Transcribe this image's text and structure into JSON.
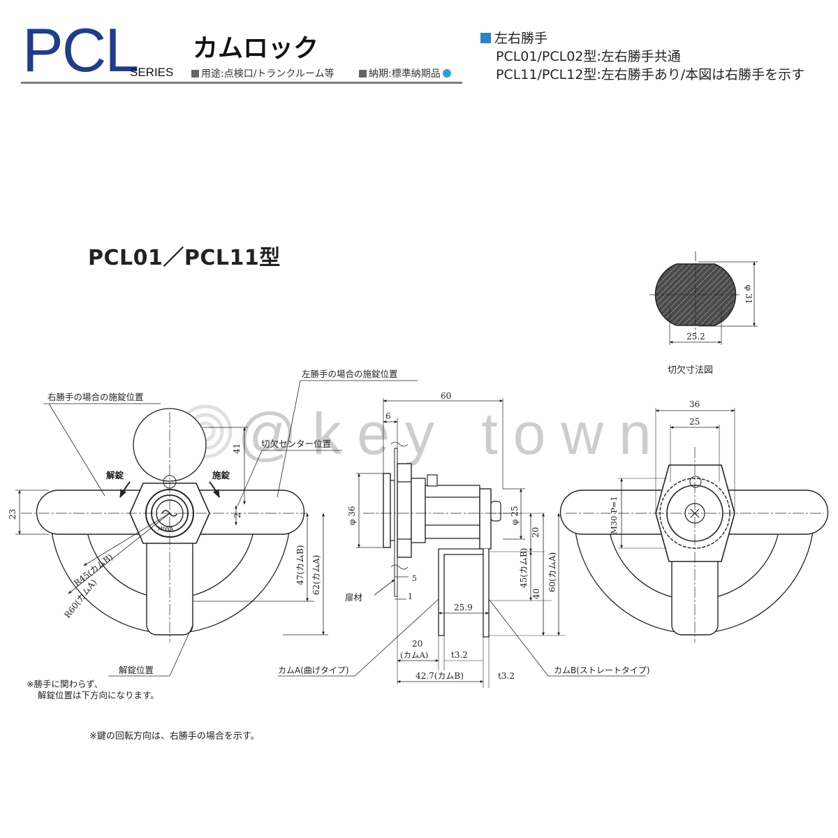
{
  "header": {
    "series_name": "PCL",
    "series_suffix": "SERIES",
    "product_name": "カムロック",
    "usage": "用途:点検口/トランクルーム等",
    "delivery": "納期:標準納期品"
  },
  "hand_info": {
    "title": "左右勝手",
    "line1": "PCL01/PCL02型:左右勝手共通",
    "line2": "PCL11/PCL12型:左右勝手あり/本図は右勝手を示す"
  },
  "model_title": "PCL01／PCL11型",
  "watermark": "@key town",
  "colors": {
    "series": "#1f3c8f",
    "accent_blue": "#2b83c9",
    "delivery_dot": "#2a9fd8"
  },
  "cutout": {
    "caption": "切欠寸法図",
    "dia": "φ 31",
    "width": "25.2"
  },
  "front": {
    "right_lock": "右勝手の場合の施錠位置",
    "left_lock": "左勝手の場合の施錠位置",
    "center": "切欠センター位置",
    "unlock_label": "解錠",
    "lock_label": "施錠",
    "dim_41": "41",
    "dim_23": "23",
    "dim_2": "2",
    "r45": "R45(カムB)",
    "r60": "R60(カムA)",
    "dim_47": "47(カムB)",
    "dim_62": "62(カムA)",
    "unlock_pos": "解錠位置",
    "note1": "※勝手に関わらず、",
    "note2": "解錠位置は下方向になります。",
    "brand": "MIWA"
  },
  "side": {
    "dim_60": "60",
    "dim_6": "6",
    "dia36": "φ 36",
    "dia25": "φ 25",
    "dim_20": "20",
    "dim_5": "5",
    "dim_1": "1",
    "door": "扉材",
    "dim_259": "25.9",
    "dim_45": "45(カムB)",
    "dim_40": "40",
    "dim_60a": "60(カムA)",
    "dim_20a": "20",
    "cam_a_small": "(カムA)",
    "t32a": "t3.2",
    "dim_427": "42.7(カムB)",
    "t32b": "t3.2",
    "cam_a_type": "カムA(曲げタイプ)",
    "cam_b_type": "カムB(ストレートタイプ)"
  },
  "back": {
    "dim_36": "36",
    "dim_25": "25",
    "thread": "M30 P=1"
  },
  "footnote": "※鍵の回転方向は、右勝手の場合を示す。"
}
